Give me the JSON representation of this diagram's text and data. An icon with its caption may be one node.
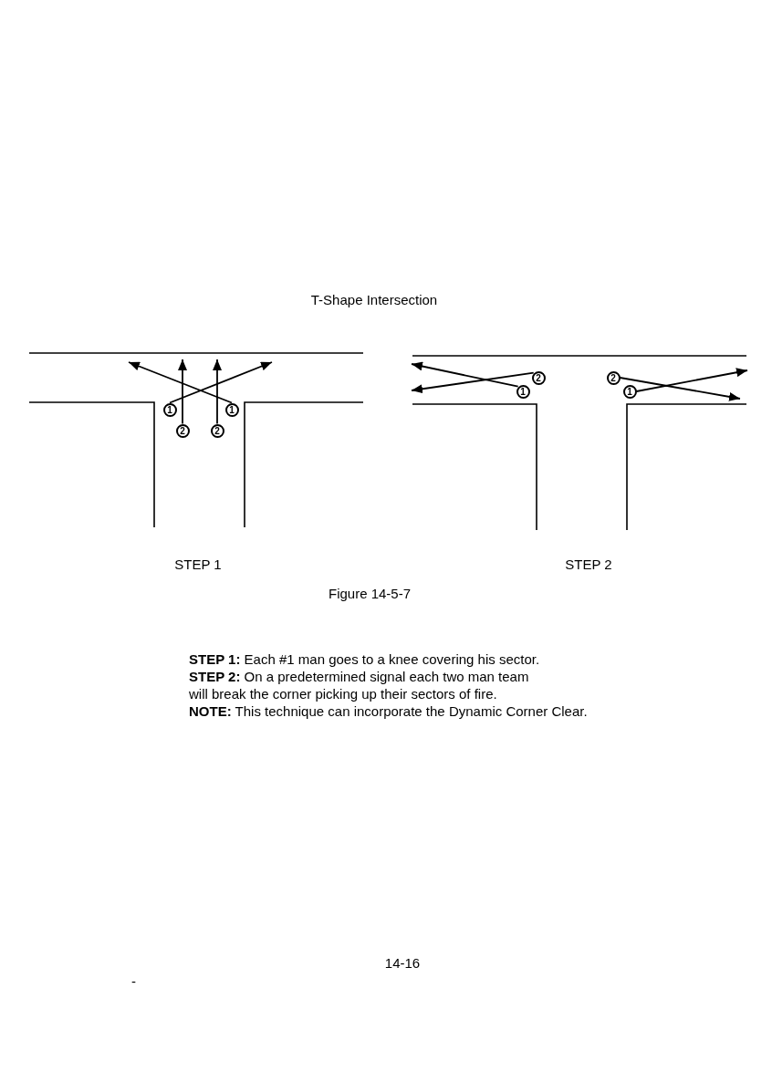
{
  "diagram": {
    "title": "T-Shape Intersection",
    "caption": "Figure 14-5-7",
    "nodes": [
      {
        "text": [
          "1"
        ]
      },
      {
        "text": [
          "1"
        ]
      },
      {
        "text": [
          "2"
        ]
      },
      {
        "text": [
          "2"
        ]
      },
      {
        "text": [
          "2"
        ]
      },
      {
        "text": [
          "2"
        ]
      },
      {
        "text": [
          "1"
        ]
      },
      {
        "text": [
          "1"
        ]
      }
    ],
    "edges": [
      {
        "from": 0,
        "to": null,
        "arrow": "to"
      },
      {
        "from": 1,
        "to": null,
        "arrow": "to"
      },
      {
        "from": 2,
        "to": null,
        "arrow": "to"
      },
      {
        "from": 3,
        "to": null,
        "arrow": "to"
      },
      {
        "from": 4,
        "to": null,
        "arrow": "to"
      },
      {
        "from": 6,
        "to": null,
        "arrow": "to"
      },
      {
        "from": 5,
        "to": null,
        "arrow": "to"
      },
      {
        "from": 7,
        "to": null,
        "arrow": "to"
      }
    ],
    "labels": [
      "STEP 1",
      "STEP 2",
      "**STEP 1:** Each #1 man goes to a knee covering his sector.",
      "**STEP 2:** On a predetermined signal each two man team will break the corner picking up their sectors of fire.",
      "**NOTE:** This technique can incorporate the Dynamic Corner Clear.",
      "14-16",
      "-"
    ]
  }
}
